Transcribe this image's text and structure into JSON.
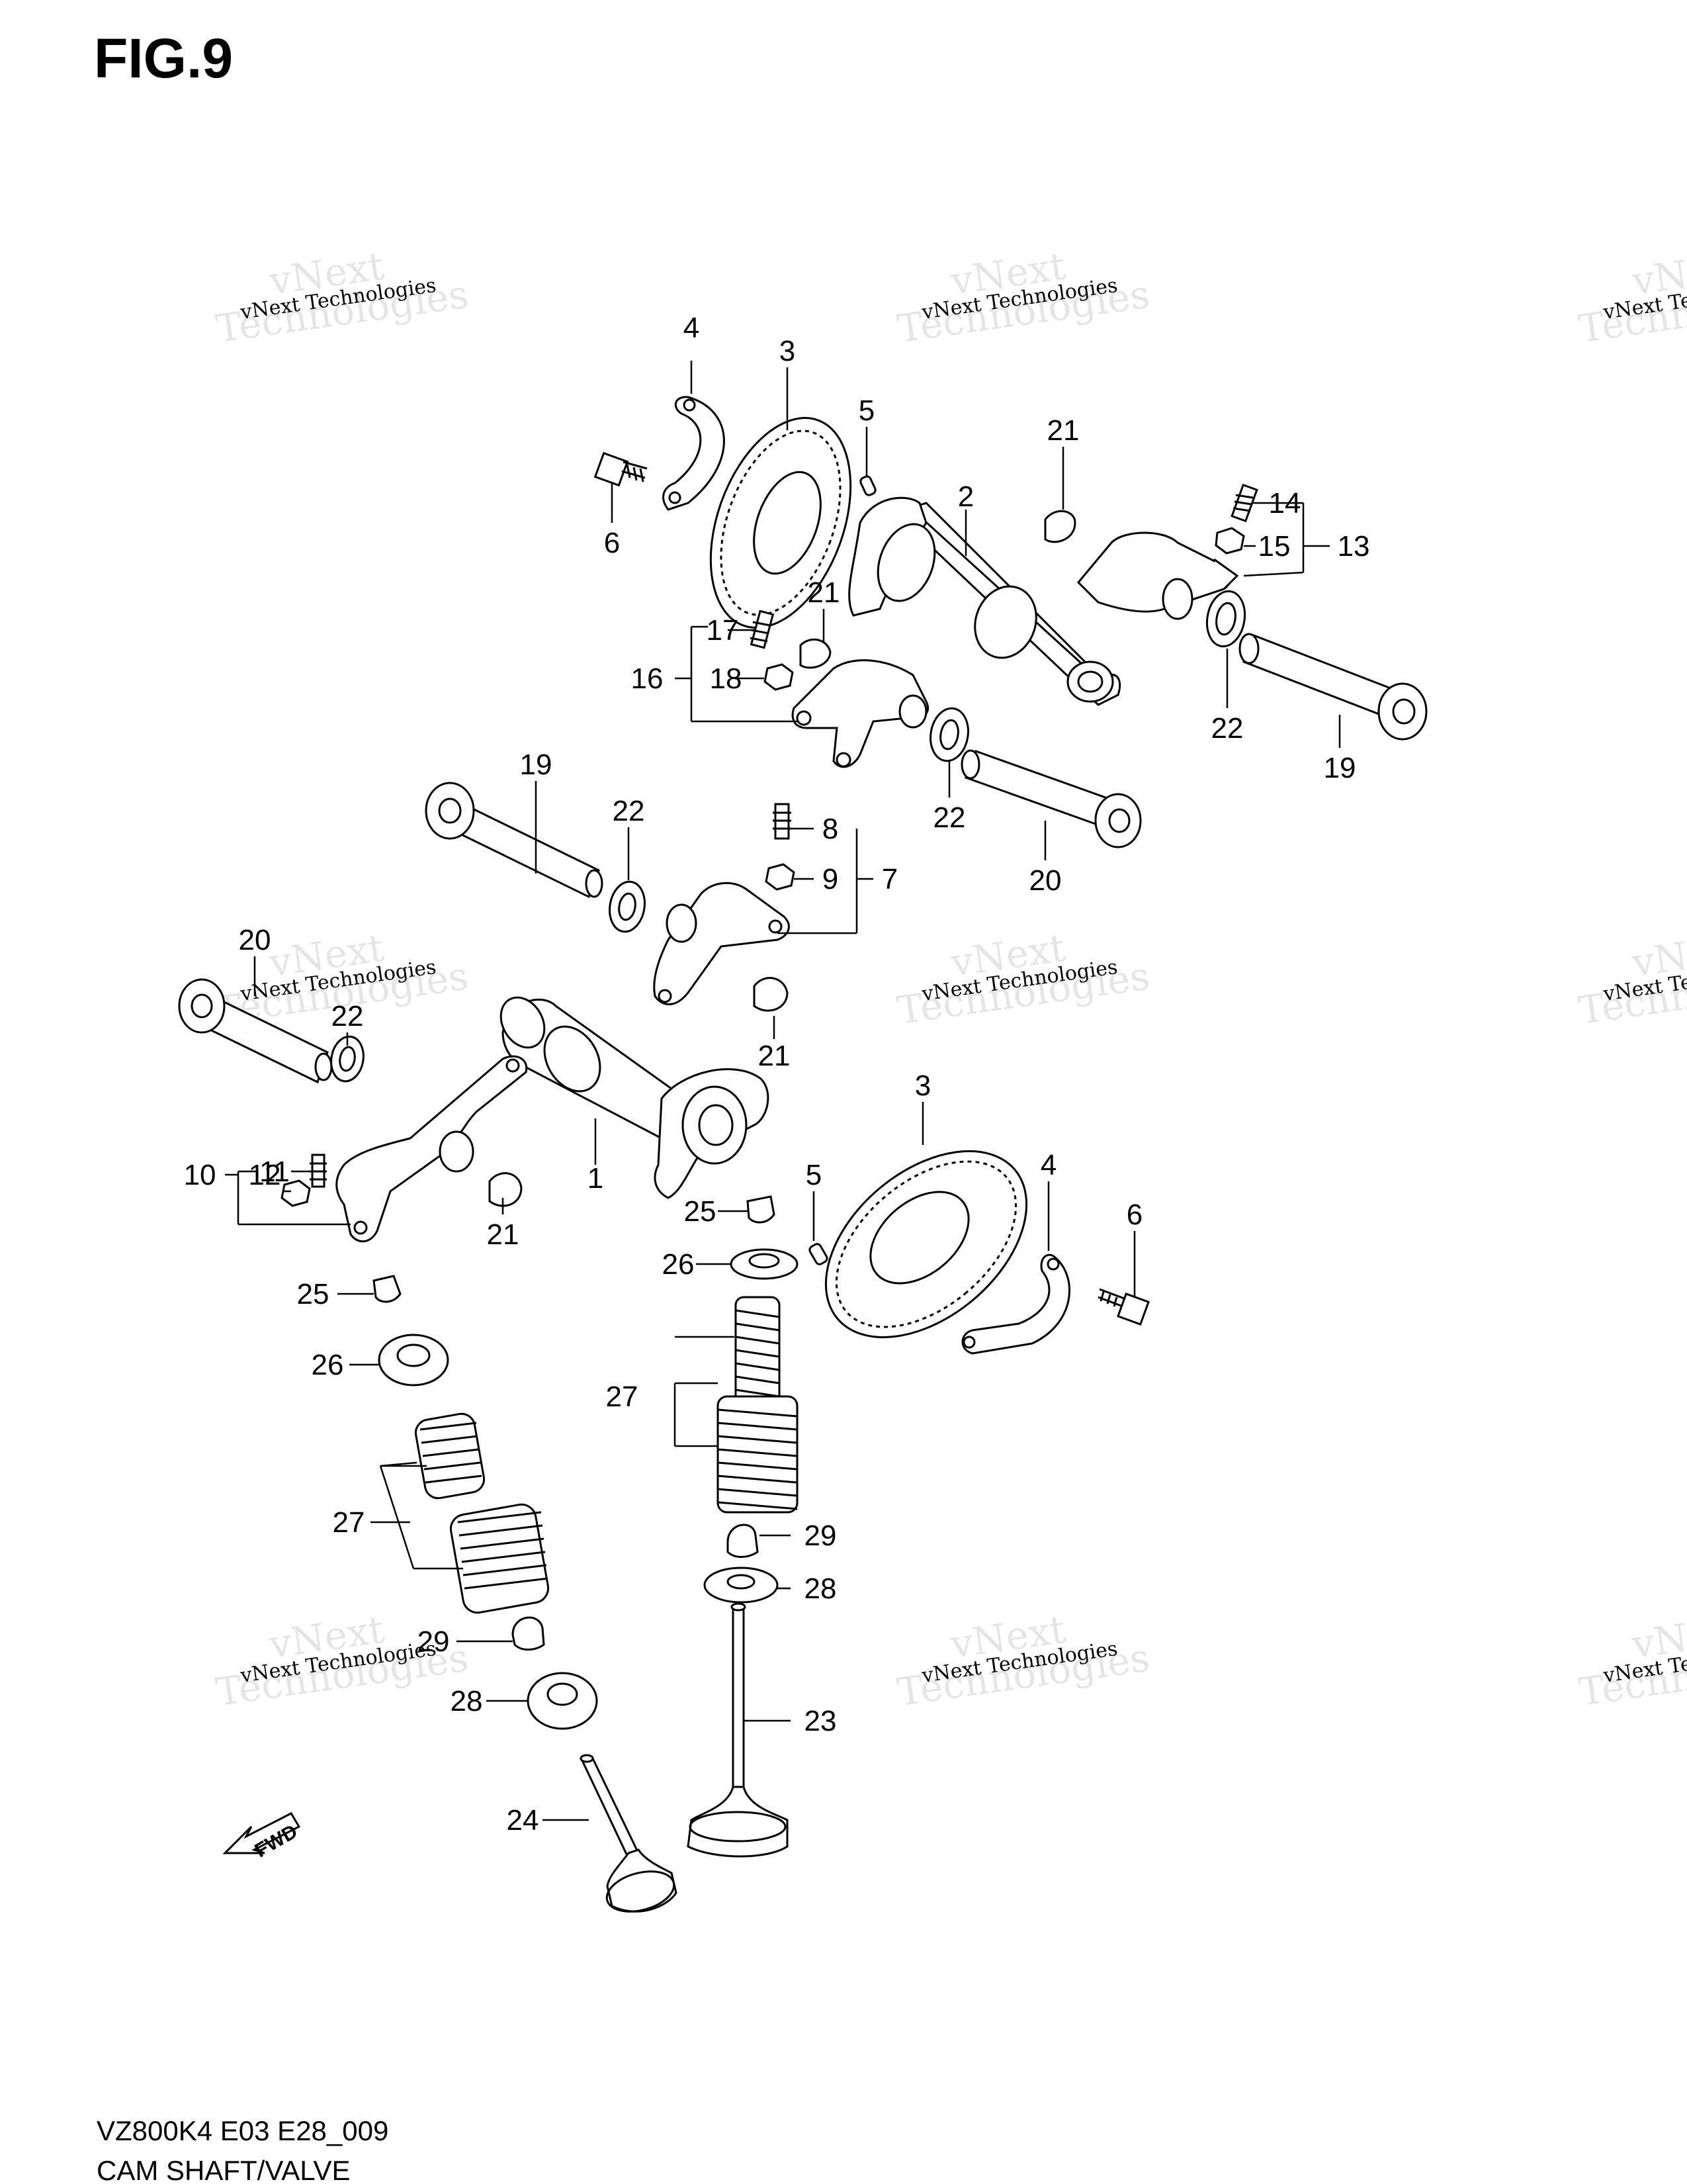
{
  "figure_title": "FIG.9",
  "watermark": {
    "line1": "vNext",
    "line2": "vNext Technologies",
    "line3": "Technologies"
  },
  "fwd_label": "FWD",
  "footer": {
    "model_code": "VZ800K4 E03 E28_009",
    "section_name": "CAM SHAFT/VALVE"
  },
  "callouts": {
    "c1": "1",
    "c2": "2",
    "c3a": "3",
    "c3b": "3",
    "c4a": "4",
    "c4b": "4",
    "c5a": "5",
    "c5b": "5",
    "c6a": "6",
    "c6b": "6",
    "c7": "7",
    "c8": "8",
    "c9": "9",
    "c10": "10",
    "c11": "11",
    "c12": "12",
    "c13": "13",
    "c14": "14",
    "c15": "15",
    "c16": "16",
    "c17": "17",
    "c18": "18",
    "c19a": "19",
    "c19b": "19",
    "c20a": "20",
    "c20b": "20",
    "c21a": "21",
    "c21b": "21",
    "c21c": "21",
    "c21d": "21",
    "c22a": "22",
    "c22b": "22",
    "c22c": "22",
    "c22d": "22",
    "c23": "23",
    "c24": "24",
    "c25a": "25",
    "c25b": "25",
    "c26a": "26",
    "c26b": "26",
    "c27a": "27",
    "c27b": "27",
    "c28a": "28",
    "c28b": "28",
    "c29a": "29",
    "c29b": "29"
  }
}
